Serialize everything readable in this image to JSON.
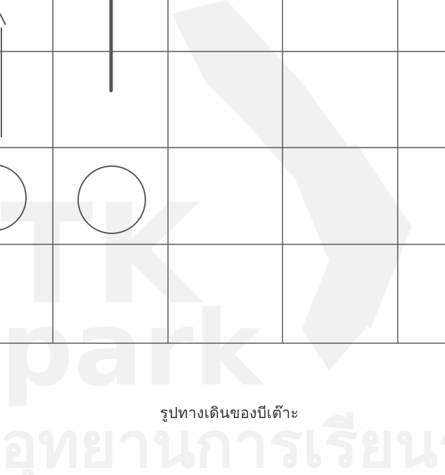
{
  "watermark": {
    "line1": "TK",
    "line2": "park",
    "line3": "อุทยานการเรียนรู้"
  },
  "colors": {
    "grid_line": "#555555",
    "shape_stroke": "#555555",
    "watermark": "#f2f2f2",
    "caption_text": "#333333"
  },
  "caption": {
    "text": "รูปทางเดินของบีเต๊าะ"
  }
}
